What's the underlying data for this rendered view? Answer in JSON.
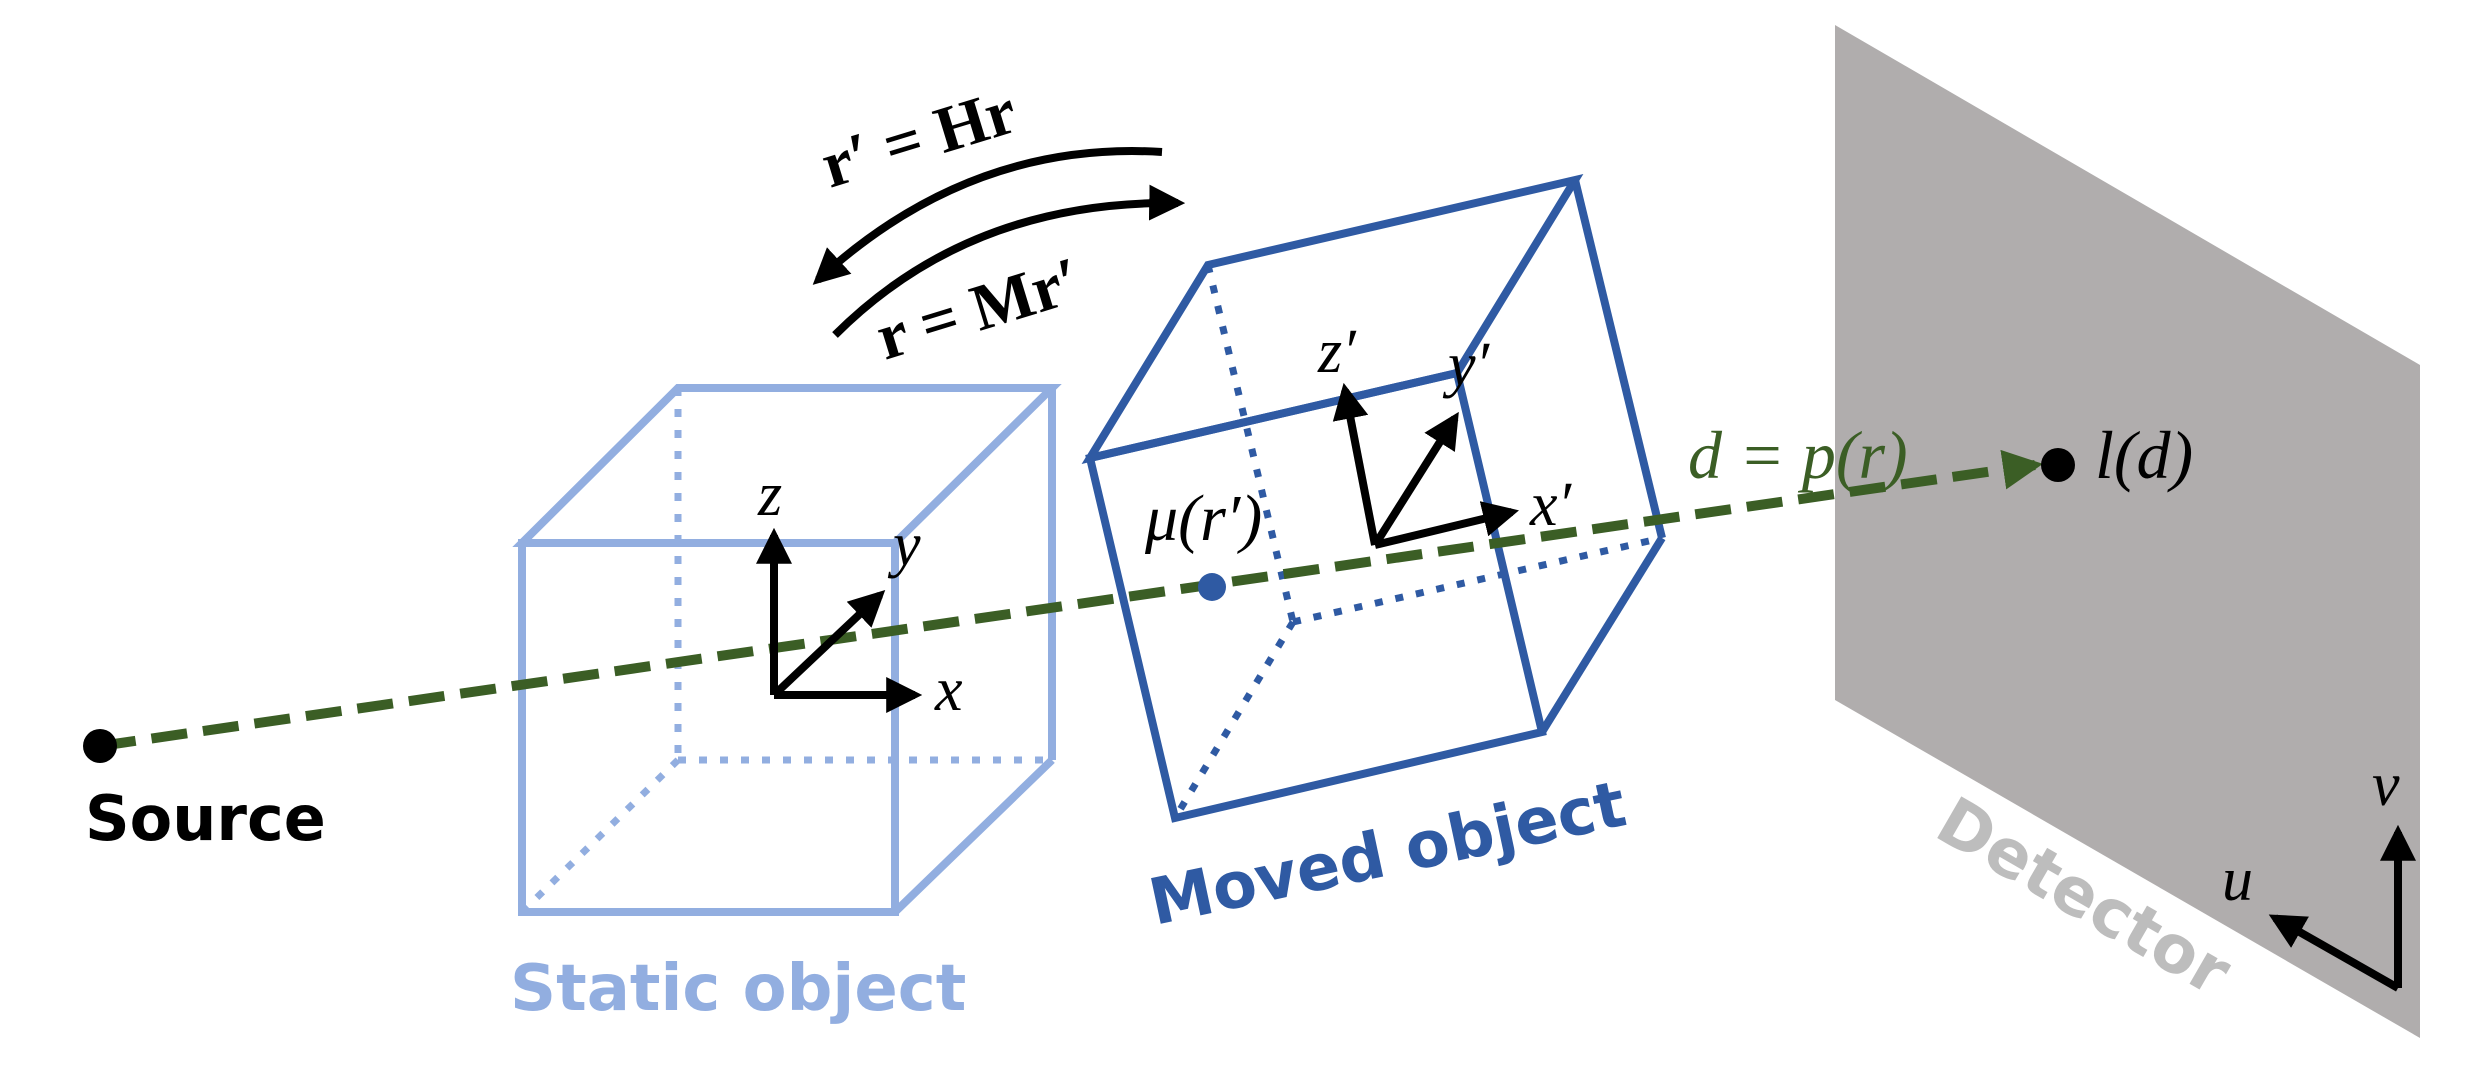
{
  "labels": {
    "source": "Source",
    "static_object": "Static object",
    "moved_object": "Moved object",
    "detector": "Detector"
  },
  "equations": {
    "forward": "r′ = Hr",
    "inverse": "r = Mr′",
    "ray": "d = p(r)",
    "intensity": "l(d)",
    "attenuation": "μ(r′)"
  },
  "axes": {
    "static": {
      "x": "x",
      "y": "y",
      "z": "z"
    },
    "moved": {
      "x": "x′",
      "y": "y′",
      "z": "z′"
    },
    "detector": {
      "u": "u",
      "v": "v"
    }
  },
  "colors": {
    "static_cube": "#92AEE0",
    "moved_cube": "#2F5AA3",
    "ray": "#3B5E25",
    "detector_panel": "#B0ADAD",
    "detector_label": "#BDBDBD",
    "ink": "#000000"
  }
}
